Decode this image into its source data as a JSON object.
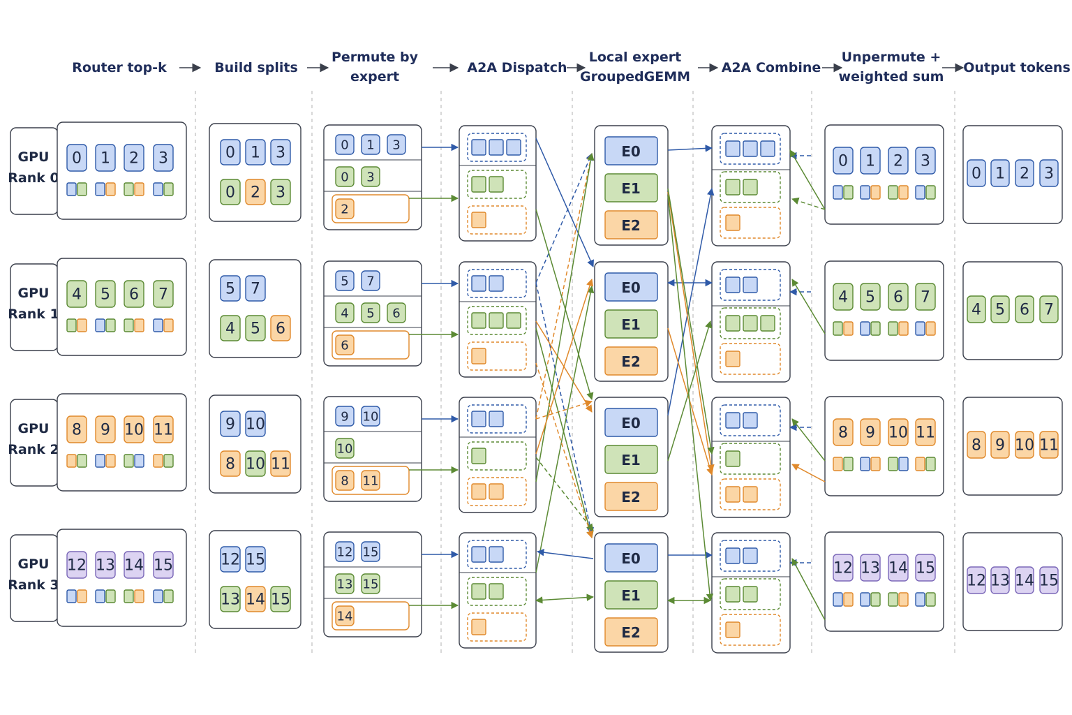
{
  "palette": {
    "blue_fill": "#c8d8f6",
    "blue_stroke": "#2f5aa8",
    "green_fill": "#cfe3b8",
    "green_stroke": "#5b8a34",
    "orange_fill": "#fbd6a6",
    "orange_stroke": "#e0892b",
    "purple_fill": "#dcd3f2",
    "purple_stroke": "#7b68b8",
    "arrow_blue": "#2f5aa8",
    "arrow_green": "#5b8a34",
    "arrow_orange": "#e0892b",
    "box_stroke": "#3a3f4b",
    "separator": "#bfbfbf"
  },
  "stages": [
    {
      "lines": [
        "Router top-k"
      ]
    },
    {
      "lines": [
        "Build splits"
      ]
    },
    {
      "lines": [
        "Permute by",
        "expert"
      ]
    },
    {
      "lines": [
        "A2A Dispatch"
      ]
    },
    {
      "lines": [
        "Local expert",
        "GroupedGEMM"
      ]
    },
    {
      "lines": [
        "A2A Combine"
      ]
    },
    {
      "lines": [
        "Unpermute +",
        "weighted sum"
      ]
    },
    {
      "lines": [
        "Output tokens"
      ]
    }
  ],
  "ranks": [
    {
      "label": [
        "GPU",
        "Rank 0"
      ],
      "color": "blue",
      "tokens": [
        "0",
        "1",
        "2",
        "3"
      ],
      "routes": [
        [
          "blue",
          "green"
        ],
        [
          "blue",
          "orange"
        ],
        [
          "green",
          "orange"
        ],
        [
          "blue",
          "green"
        ]
      ],
      "splits": {
        "top": [
          "0",
          "1",
          "3"
        ],
        "bottom": [
          [
            "0",
            "green"
          ],
          [
            "2",
            "orange"
          ],
          [
            "3",
            "green"
          ]
        ]
      },
      "permute": [
        {
          "color": "blue",
          "tokens": [
            "0",
            "1",
            "3"
          ]
        },
        {
          "color": "green",
          "tokens": [
            "0",
            "3"
          ]
        },
        {
          "color": "orange",
          "tokens": [
            "2"
          ]
        }
      ],
      "dispatch": [
        3,
        2,
        1
      ],
      "combine": [
        3,
        2,
        1
      ],
      "outputs": [
        "0",
        "1",
        "2",
        "3"
      ]
    },
    {
      "label": [
        "GPU",
        "Rank 1"
      ],
      "color": "green",
      "tokens": [
        "4",
        "5",
        "6",
        "7"
      ],
      "routes": [
        [
          "green",
          "orange"
        ],
        [
          "blue",
          "green"
        ],
        [
          "green",
          "orange"
        ],
        [
          "blue",
          "orange"
        ]
      ],
      "splits": {
        "top": [
          "5",
          "7"
        ],
        "bottom": [
          [
            "4",
            "green"
          ],
          [
            "5",
            "green"
          ],
          [
            "6",
            "orange"
          ]
        ]
      },
      "permute": [
        {
          "color": "blue",
          "tokens": [
            "5",
            "7"
          ]
        },
        {
          "color": "green",
          "tokens": [
            "4",
            "5",
            "6"
          ]
        },
        {
          "color": "orange",
          "tokens": [
            "6"
          ]
        }
      ],
      "dispatch": [
        2,
        3,
        1
      ],
      "combine": [
        2,
        3,
        1
      ],
      "outputs": [
        "4",
        "5",
        "6",
        "7"
      ]
    },
    {
      "label": [
        "GPU",
        "Rank 2"
      ],
      "color": "orange",
      "tokens": [
        "8",
        "9",
        "10",
        "11"
      ],
      "routes": [
        [
          "orange",
          "green"
        ],
        [
          "blue",
          "orange"
        ],
        [
          "green",
          "blue"
        ],
        [
          "orange",
          "green"
        ]
      ],
      "splits": {
        "top": [
          "9",
          "10"
        ],
        "bottom": [
          [
            "8",
            "orange"
          ],
          [
            "10",
            "green"
          ],
          [
            "11",
            "orange"
          ]
        ]
      },
      "permute": [
        {
          "color": "blue",
          "tokens": [
            "9",
            "10"
          ]
        },
        {
          "color": "green",
          "tokens": [
            "10"
          ]
        },
        {
          "color": "orange",
          "tokens": [
            "8",
            "11"
          ]
        }
      ],
      "dispatch": [
        2,
        1,
        2
      ],
      "combine": [
        2,
        1,
        2
      ],
      "outputs": [
        "8",
        "9",
        "10",
        "11"
      ]
    },
    {
      "label": [
        "GPU",
        "Rank 3"
      ],
      "color": "purple",
      "tokens": [
        "12",
        "13",
        "14",
        "15"
      ],
      "routes": [
        [
          "blue",
          "orange"
        ],
        [
          "blue",
          "green"
        ],
        [
          "green",
          "orange"
        ],
        [
          "blue",
          "green"
        ]
      ],
      "splits": {
        "top": [
          "12",
          "15"
        ],
        "bottom": [
          [
            "13",
            "green"
          ],
          [
            "14",
            "orange"
          ],
          [
            "15",
            "green"
          ]
        ]
      },
      "permute": [
        {
          "color": "blue",
          "tokens": [
            "12",
            "15"
          ]
        },
        {
          "color": "green",
          "tokens": [
            "13",
            "15"
          ]
        },
        {
          "color": "orange",
          "tokens": [
            "14"
          ]
        }
      ],
      "dispatch": [
        2,
        2,
        1
      ],
      "combine": [
        2,
        2,
        1
      ],
      "outputs": [
        "12",
        "13",
        "14",
        "15"
      ]
    }
  ],
  "experts": [
    "E0",
    "E1",
    "E2"
  ]
}
